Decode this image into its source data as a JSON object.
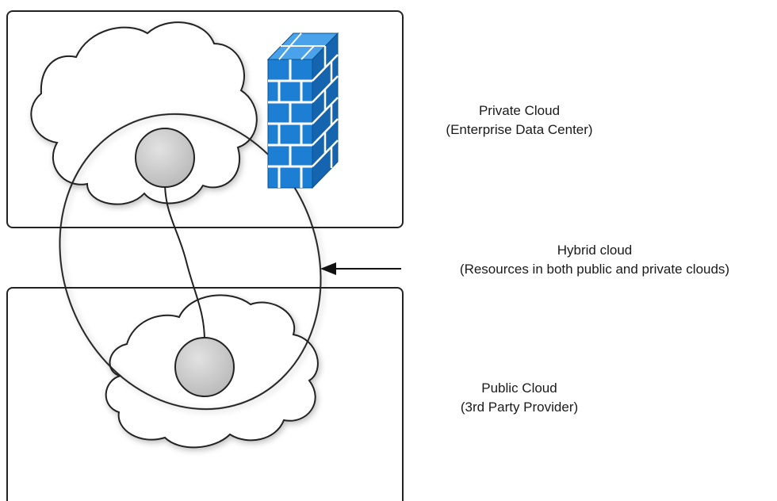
{
  "labels": {
    "private_cloud": {
      "title": "Private Cloud",
      "subtitle": "(Enterprise Data Center)"
    },
    "hybrid_cloud": {
      "title": "Hybrid cloud",
      "subtitle": "(Resources in both public and private clouds)"
    },
    "public_cloud": {
      "title": "Public Cloud",
      "subtitle": "(3rd Party Provider)"
    }
  },
  "icons": {
    "firewall": "brick-wall-icon",
    "node": "circle-node-icon",
    "arrow": "left-arrow-icon"
  },
  "colors": {
    "firewall_face": "#1c7fd4",
    "firewall_side": "#1464b0",
    "node_fill": "#c8c8c8",
    "outline": "#222222"
  }
}
